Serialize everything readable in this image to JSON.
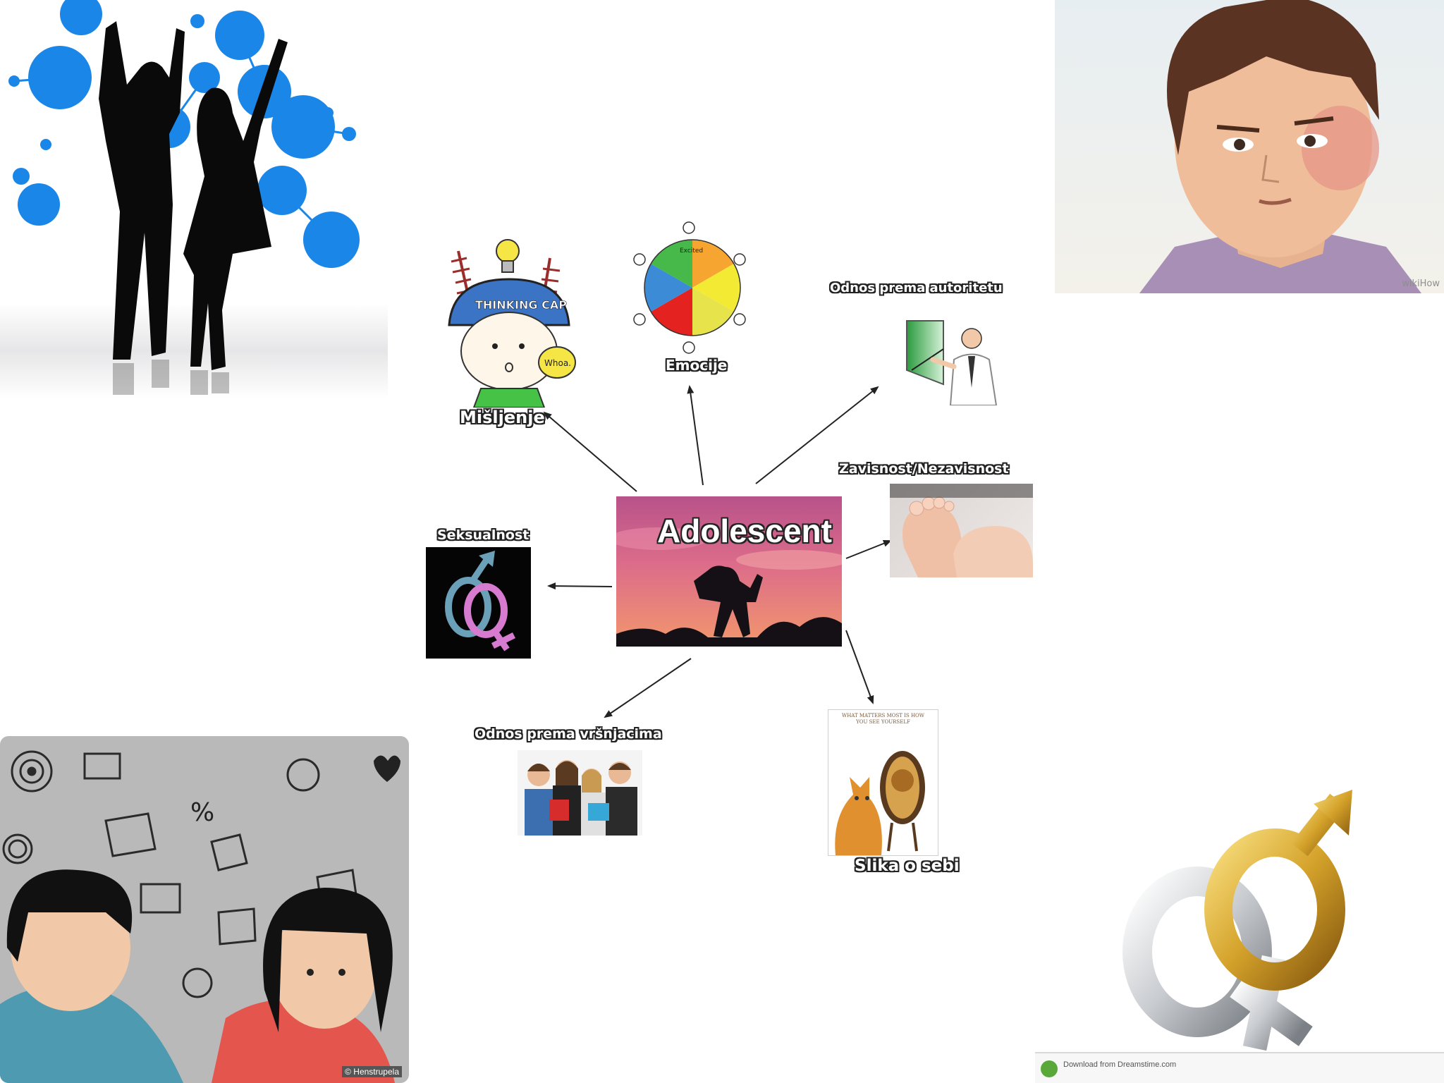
{
  "center": {
    "title": "Adolescent"
  },
  "nodes": {
    "misljenje": "Mišljenje",
    "thinking_cap": "THINKING CAP",
    "whoa": "Whoa.",
    "emocije": "Emocije",
    "wheel_top": "Excited",
    "odnos_autoritet": "Odnos prema autoritetu",
    "zavisnost": "Zavisnost/Nezavisnost",
    "seksualnost": "Seksualnost",
    "odnos_vrsnjaci": "Odnos prema vršnjacima",
    "slika_o_sebi": "Slika o sebi",
    "mirror_caption": "WHAT MATTERS MOST IS HOW YOU SEE YOURSELF"
  },
  "corners": {
    "wikihow": "wikiHow",
    "credit": "© Henstrupela",
    "download": "Download from Dreamstime.com"
  },
  "colors": {
    "bubble_blue": "#1a86e8",
    "sunset_top": "#c05b8a",
    "sunset_bottom": "#f39a6a",
    "gold": "#d4a22a",
    "silver": "#c9ccd0"
  }
}
